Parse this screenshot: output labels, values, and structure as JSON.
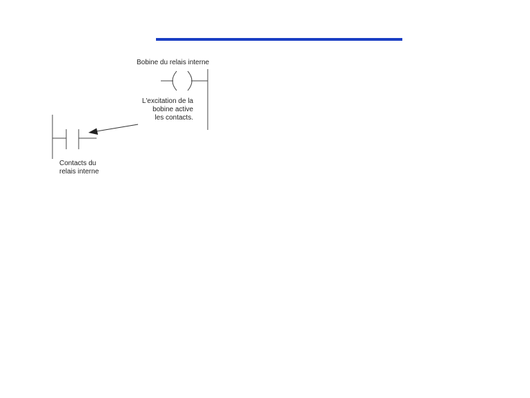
{
  "header": {
    "rule_color": "#1a3fc4"
  },
  "diagram": {
    "coil_label": "Bobine du relais interne",
    "excitation_note": {
      "line1": "L'excitation de la",
      "line2": "bobine active",
      "line3": "les contacts."
    },
    "contacts_label": {
      "line1": "Contacts du",
      "line2": "relais interne"
    }
  }
}
